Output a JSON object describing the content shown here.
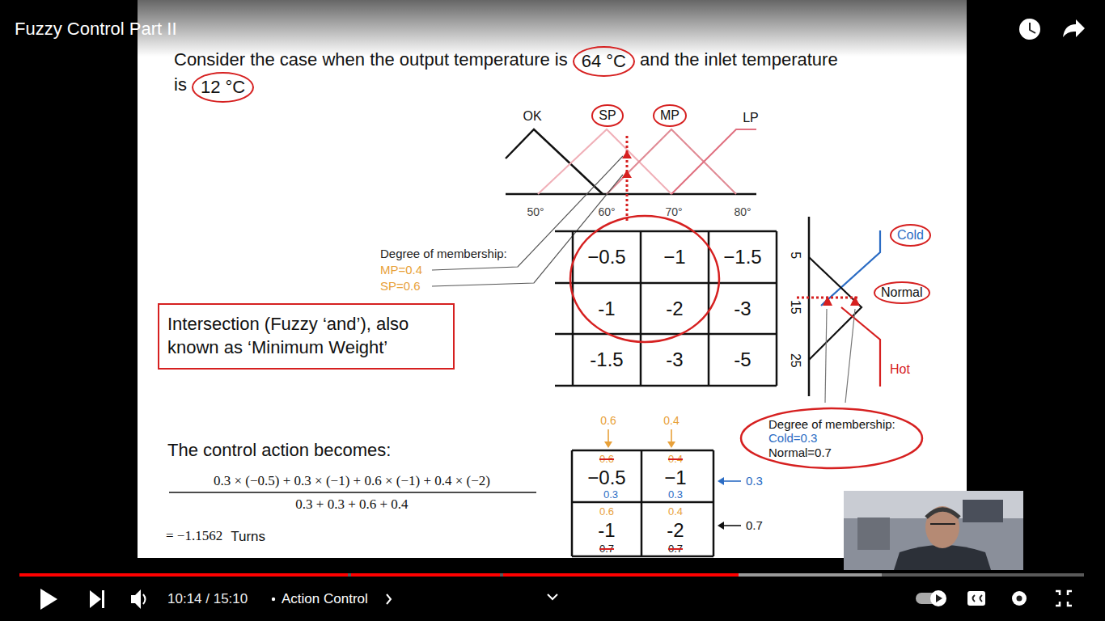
{
  "diagram": {
    "title": "Fuzzy Control Part II",
    "nodes": [
      {
        "text": [
          "Intersection (Fuzzy ‘and’), also known as ‘Minimum Weight’"
        ]
      },
      {
        "text": [
          "Degree of membership:",
          "Cold=0.3",
          "Normal=0.7"
        ]
      }
    ],
    "labels": [
      "Consider the case when the output temperature is",
      "64 °C",
      "and the inlet temperature",
      "is",
      "12 °C",
      "OK",
      "SP",
      "MP",
      "LP",
      "50°",
      "60°",
      "70°",
      "80°",
      "Degree of membership:",
      "MP=0.4",
      "SP=0.6",
      "−0.5",
      "−1",
      "−1.5",
      "-1",
      "-2",
      "-3",
      "-1.5",
      "-3",
      "-5",
      "5",
      "15",
      "25",
      "Cold",
      "Normal",
      "Hot",
      "The control action becomes:",
      "0.3 × (−0.5) + 0.3 × (−1) + 0.6 × (−1) + 0.4 × (−2)",
      "0.3 + 0.3 + 0.6 + 0.4",
      "= −1.1562",
      "Turns",
      "0.6",
      "0.4",
      "0.6",
      "−0.5",
      "0.3",
      "0.4",
      "−1",
      "0.3",
      "0.6",
      "-1",
      "0.7",
      "0.4",
      "-2",
      "0.7",
      "0.3",
      "0.7",
      "10:14 / 15:10",
      "Action Control"
    ]
  }
}
